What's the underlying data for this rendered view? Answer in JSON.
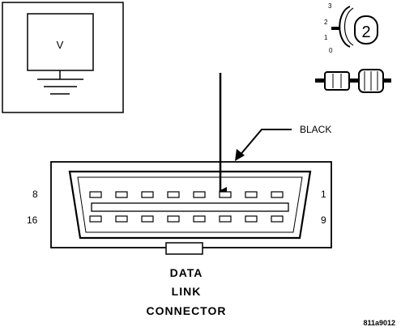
{
  "meter": {
    "symbol": "V"
  },
  "ignition": {
    "positions": [
      "3",
      "2",
      "1",
      "0"
    ],
    "key_position": "2"
  },
  "callout": {
    "label": "BLACK"
  },
  "connector": {
    "pin_labels": {
      "top_left": "8",
      "top_right": "1",
      "bottom_left": "16",
      "bottom_right": "9"
    },
    "title_lines": [
      "DATA",
      "LINK",
      "CONNECTOR"
    ],
    "colors": {
      "line": "#000000",
      "background": "#ffffff"
    }
  },
  "figure_id": "811a9012"
}
